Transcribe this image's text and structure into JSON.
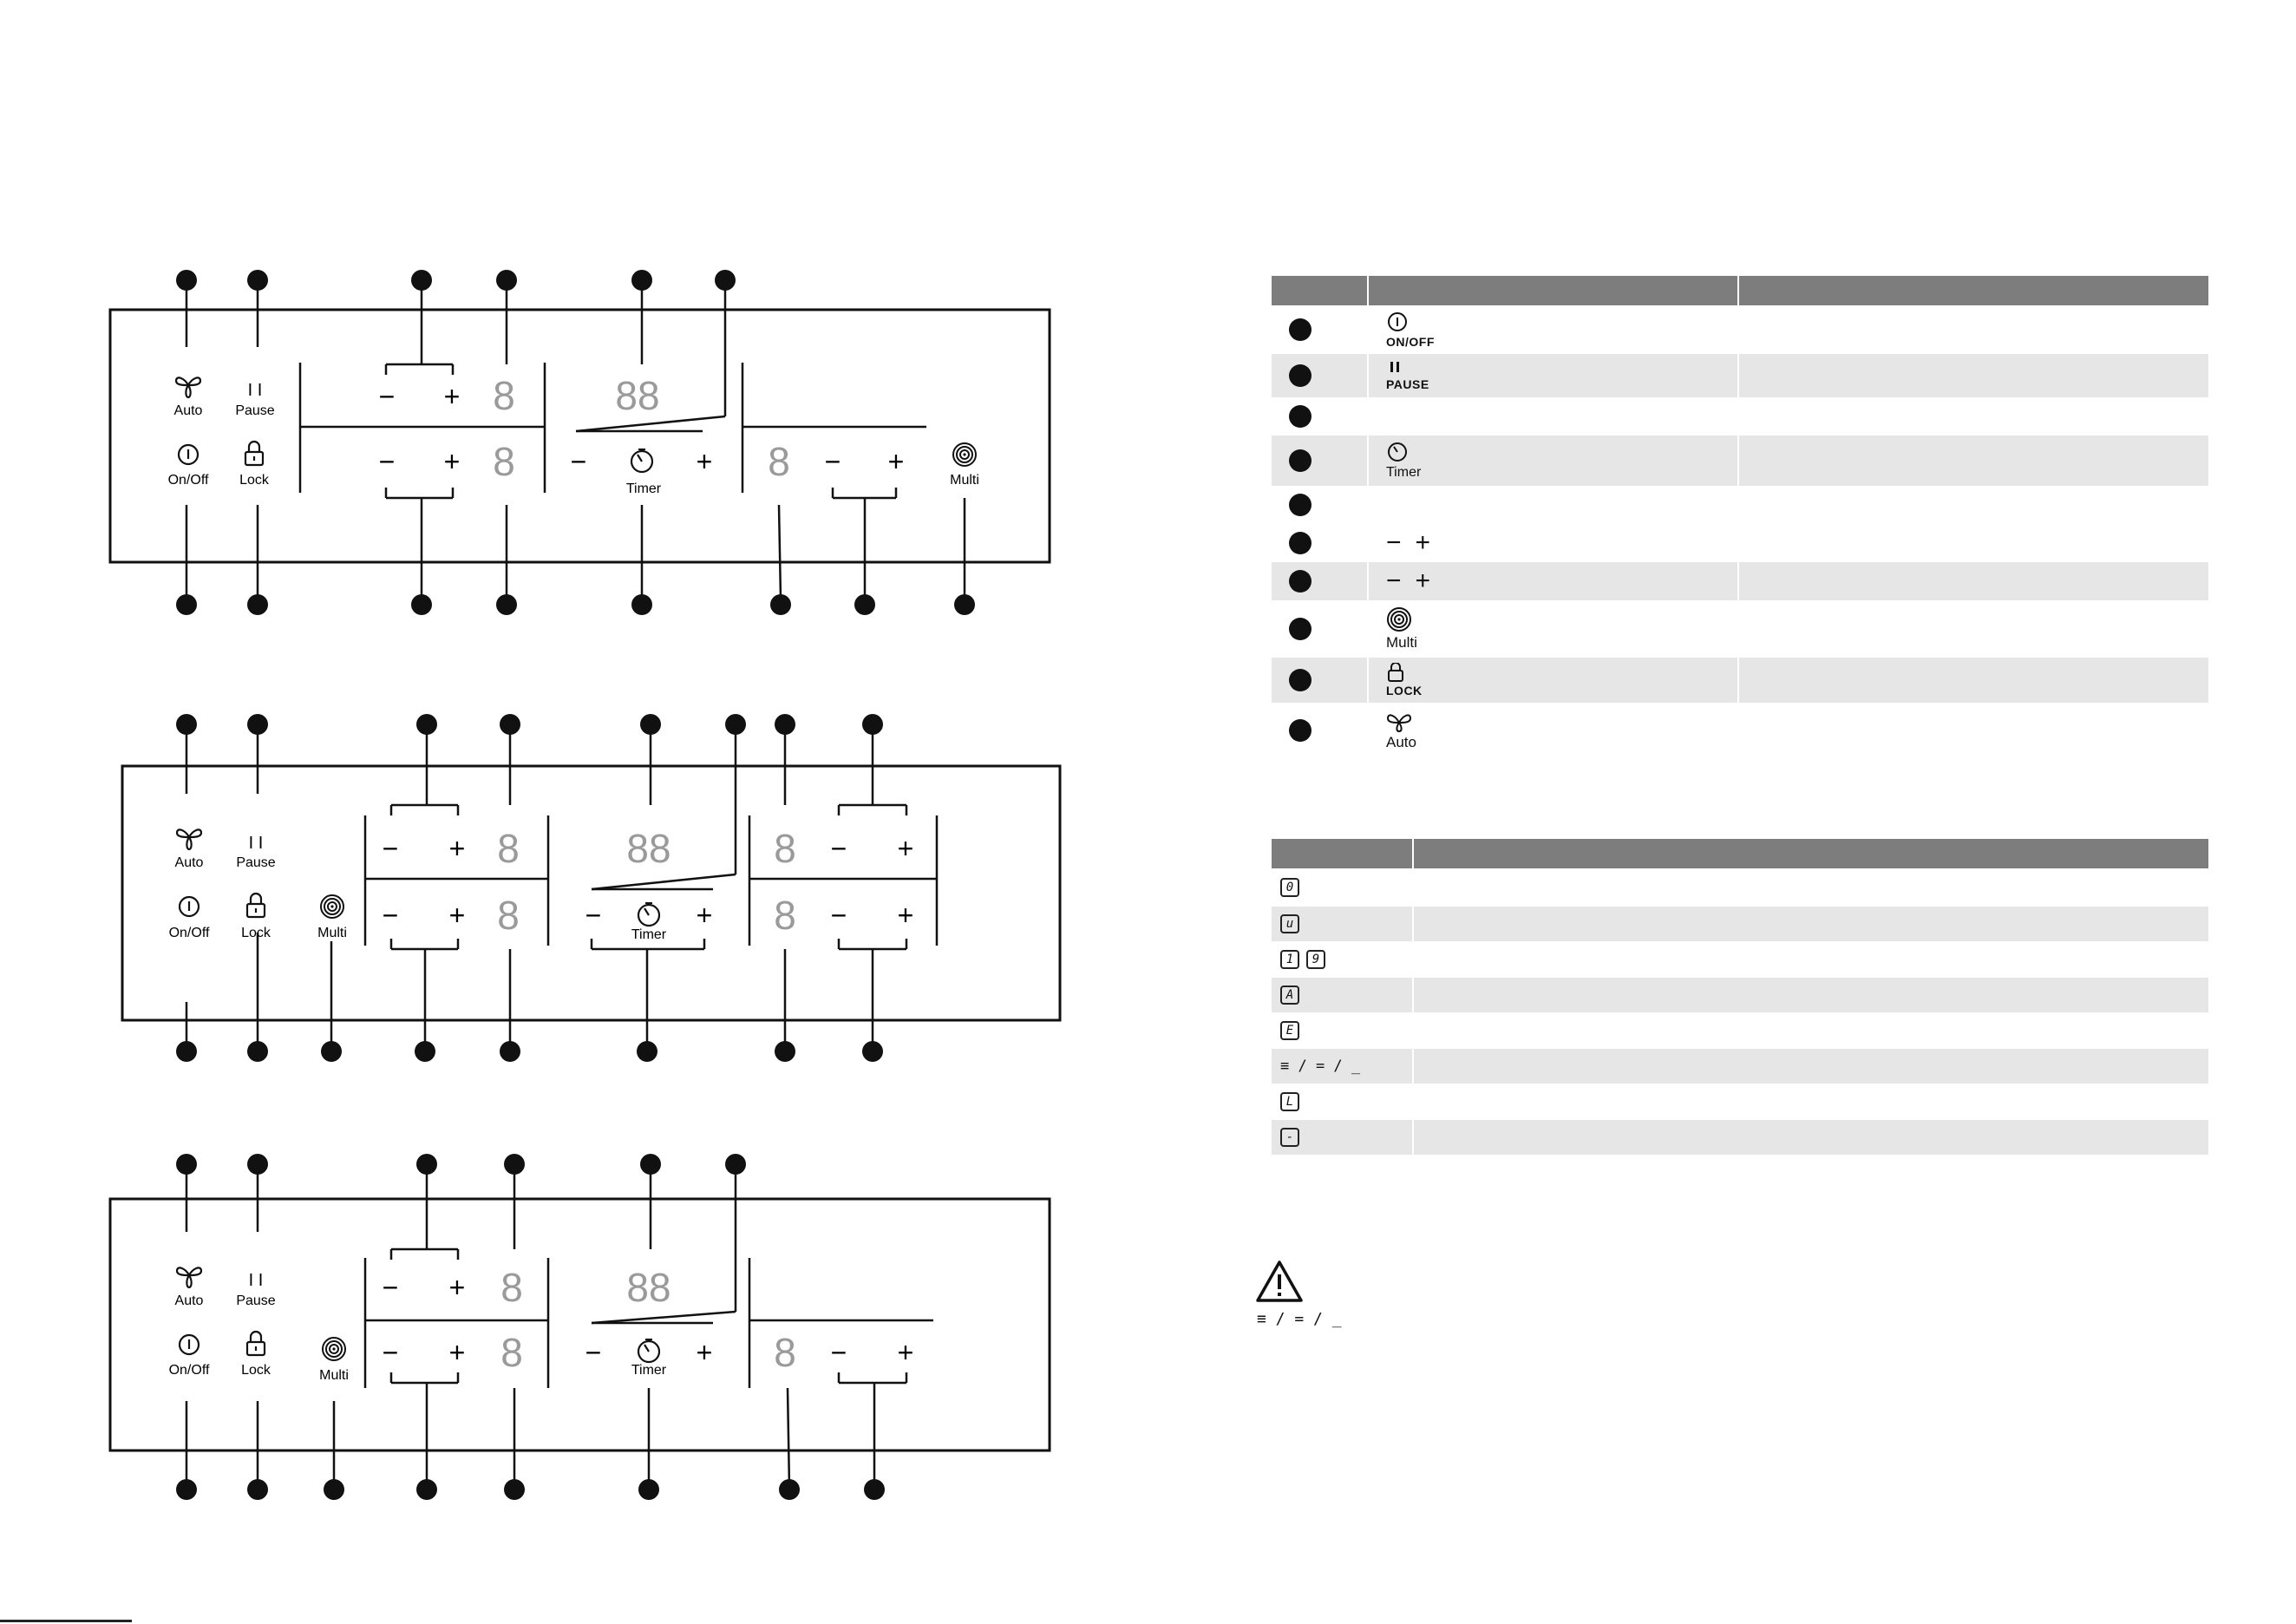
{
  "panels": {
    "labels": {
      "auto": "Auto",
      "pause": "Pause",
      "on_off": "On/Off",
      "lock": "Lock",
      "timer": "Timer",
      "multi": "Multi",
      "minus": "−",
      "plus": "+",
      "digit": "8",
      "double_digit": "88",
      "pause_glyph": "I I"
    }
  },
  "table1": {
    "rows": [
      {
        "icon": "power-icon",
        "caption": "ON/OFF"
      },
      {
        "icon": "pause-icon",
        "caption": "PAUSE"
      },
      {
        "icon": "",
        "caption": ""
      },
      {
        "icon": "timer-icon",
        "caption": "Timer"
      },
      {
        "icon": "",
        "caption": ""
      },
      {
        "icon": "minus-plus-icon",
        "caption": ""
      },
      {
        "icon": "minus-plus-icon",
        "caption": ""
      },
      {
        "icon": "multi-icon",
        "caption": "Multi"
      },
      {
        "icon": "lock-icon",
        "caption": "LOCK"
      },
      {
        "icon": "fan-icon",
        "caption": "Auto"
      }
    ],
    "minus": "−",
    "plus": "+"
  },
  "table2": {
    "rows": [
      {
        "symbol": "0"
      },
      {
        "symbol": "u"
      },
      {
        "symbol": "1",
        "symbol2": "9"
      },
      {
        "symbol": "A"
      },
      {
        "symbol": "E"
      },
      {
        "text": "≡ / = / _"
      },
      {
        "symbol": "L"
      },
      {
        "symbol": "-"
      }
    ]
  },
  "warning": {
    "icon": "warning-icon",
    "text": "≡ / = / _"
  },
  "colors": {
    "header": "#7d7d7d",
    "stripe": "#e6e6e6",
    "digit": "#9a9a9a",
    "ink": "#111111"
  }
}
